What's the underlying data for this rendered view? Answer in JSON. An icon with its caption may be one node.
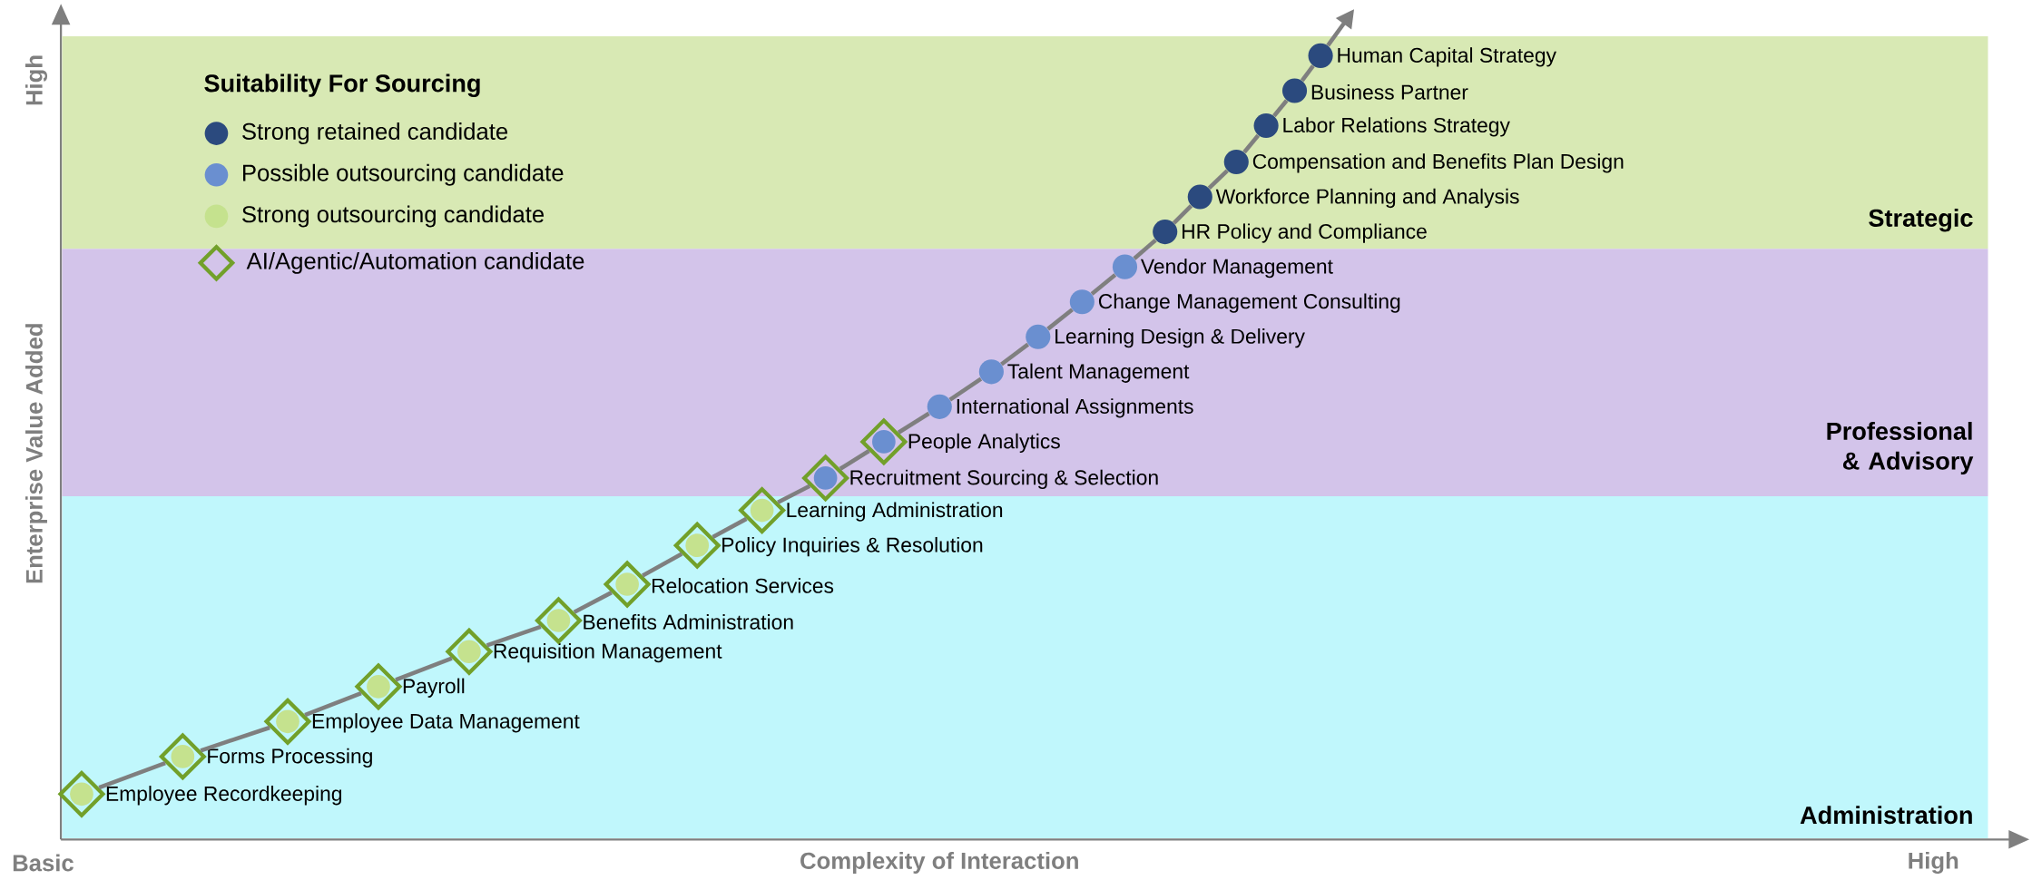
{
  "diagram": {
    "nodes": [
      {
        "text": [],
        "shape": "diamond",
        "beside": [
          "Employee Recordkeeping"
        ]
      },
      {
        "text": [],
        "shape": "diamond",
        "beside": [
          "Forms Processing"
        ]
      },
      {
        "text": [],
        "shape": "diamond",
        "beside": [
          "Employee Data Management"
        ]
      },
      {
        "text": [],
        "shape": "diamond",
        "beside": [
          "Payroll"
        ]
      },
      {
        "text": [],
        "shape": "diamond",
        "beside": [
          "Requisition Management"
        ]
      },
      {
        "text": [],
        "shape": "diamond",
        "beside": [
          "Benefits Administration"
        ]
      },
      {
        "text": [],
        "shape": "diamond",
        "beside": [
          "Relocation Services"
        ]
      },
      {
        "text": [],
        "shape": "diamond",
        "beside": [
          "Policy Inquiries & Resolution"
        ]
      },
      {
        "text": [],
        "shape": "diamond",
        "beside": [
          "Learning Administration"
        ]
      },
      {
        "text": [],
        "shape": "diamond",
        "beside": [
          "Recruitment Sourcing & Selection"
        ]
      },
      {
        "text": [],
        "shape": "diamond",
        "beside": [
          "People Analytics"
        ]
      },
      {
        "text": [],
        "shape": "circle",
        "beside": [
          "International Assignments"
        ]
      },
      {
        "text": [],
        "shape": "circle",
        "beside": [
          "Talent Management"
        ]
      },
      {
        "text": [],
        "shape": "circle",
        "beside": [
          "Learning Design & Delivery"
        ]
      },
      {
        "text": [],
        "shape": "circle",
        "beside": [
          "Change Management Consulting"
        ]
      },
      {
        "text": [],
        "shape": "circle",
        "beside": [
          "Vendor Management"
        ]
      },
      {
        "text": [],
        "shape": "circle",
        "beside": [
          "HR Policy and Compliance"
        ]
      },
      {
        "text": [],
        "shape": "circle",
        "beside": [
          "Workforce Planning and Analysis"
        ]
      },
      {
        "text": [],
        "shape": "circle",
        "beside": [
          "Compensation and Benefits Plan Design"
        ]
      },
      {
        "text": [],
        "shape": "circle",
        "beside": [
          "Labor Relations Strategy"
        ]
      },
      {
        "text": [],
        "shape": "circle",
        "beside": [
          "Business Partner"
        ]
      },
      {
        "text": [],
        "shape": "circle",
        "beside": [
          "Human Capital Strategy"
        ]
      }
    ],
    "edges": [
      {
        "from": 0,
        "to": 1,
        "arrow": "none"
      },
      {
        "from": 1,
        "to": 2,
        "arrow": "none"
      },
      {
        "from": 2,
        "to": 3,
        "arrow": "none"
      },
      {
        "from": 3,
        "to": 4,
        "arrow": "none"
      },
      {
        "from": 4,
        "to": 5,
        "arrow": "none"
      },
      {
        "from": 5,
        "to": 6,
        "arrow": "none"
      },
      {
        "from": 6,
        "to": 7,
        "arrow": "none"
      },
      {
        "from": 7,
        "to": 8,
        "arrow": "none"
      },
      {
        "from": 8,
        "to": 9,
        "arrow": "none"
      },
      {
        "from": 9,
        "to": 10,
        "arrow": "none"
      },
      {
        "from": 10,
        "to": 11,
        "arrow": "none"
      },
      {
        "from": 11,
        "to": 12,
        "arrow": "none"
      },
      {
        "from": 12,
        "to": 13,
        "arrow": "none"
      },
      {
        "from": 13,
        "to": 14,
        "arrow": "none"
      },
      {
        "from": 14,
        "to": 15,
        "arrow": "none"
      },
      {
        "from": 15,
        "to": 16,
        "arrow": "none"
      },
      {
        "from": 16,
        "to": 17,
        "arrow": "none"
      },
      {
        "from": 17,
        "to": 18,
        "arrow": "none"
      },
      {
        "from": 18,
        "to": 19,
        "arrow": "none"
      },
      {
        "from": 19,
        "to": 20,
        "arrow": "none"
      },
      {
        "from": 20,
        "to": 21,
        "arrow": "none"
      },
      {
        "from": 21,
        "to": null,
        "arrow": "to"
      }
    ],
    "labels": [
      "High",
      "Suitability For Sourcing",
      "Strategic",
      "Enterprise Value Added",
      "Professional & Advisory",
      "Administration",
      "Basic",
      "Complexity of Interaction",
      "High"
    ],
    "legend": [
      {
        "text": "Strong retained candidate",
        "color": "#2b4a7e"
      },
      {
        "text": "Possible outsourcing candidate",
        "color": "#6a8fd0"
      },
      {
        "text": "Strong outsourcing candidate",
        "color": "#c5e28e"
      },
      {
        "text": "AI/Agentic/Automation candidate"
      }
    ]
  }
}
